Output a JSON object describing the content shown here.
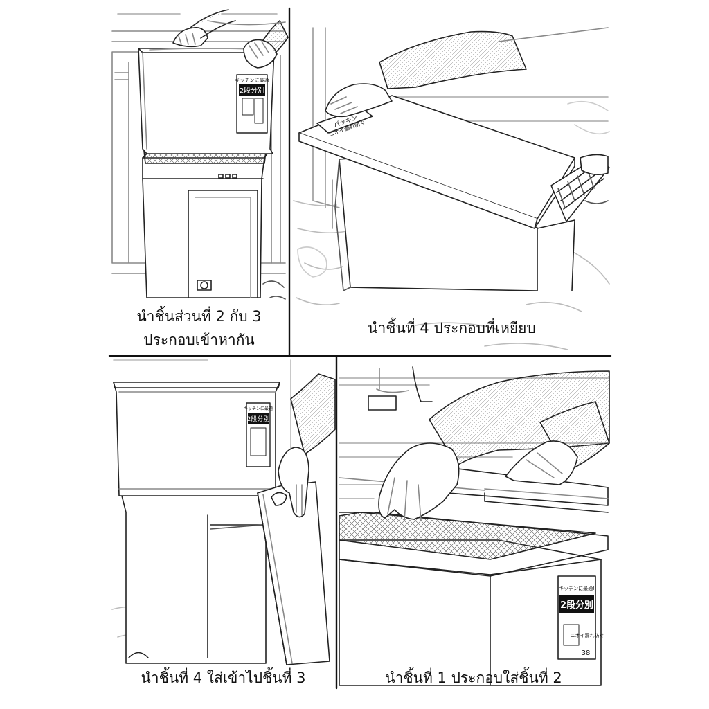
{
  "panels": [
    {
      "id": "step-2-3",
      "caption_lines": [
        "นำชิ้นส่วนที่ 2 กับ 3",
        "ประกอบเข้าหากัน"
      ],
      "label_text": [
        "キッチンに最適",
        "2段分別"
      ]
    },
    {
      "id": "step-4-attach",
      "caption_lines": [
        "นำชิ้นที่ 4 ประกอบที่เหยียบ"
      ],
      "label_text": [
        "パッキン",
        "ニオイ漏れ防ぐ"
      ]
    },
    {
      "id": "step-4-into-3",
      "caption_lines": [
        "นำชิ้นที่ 4 ใส่เข้าไปชิ้นที่ 3"
      ],
      "label_text": [
        "キッチンに最適",
        "2段分別"
      ]
    },
    {
      "id": "step-1-into-2",
      "caption_lines": [
        "นำชิ้นที่ 1 ประกอบใส่ชิ้นที่ 2"
      ],
      "label_text": [
        "キッチンに最適!",
        "2段分別",
        "ニオイ漏れ防ぐ",
        "38"
      ]
    }
  ],
  "colors": {
    "ink": "#111111",
    "paper": "#ffffff",
    "shade": "#d9d9d9"
  }
}
